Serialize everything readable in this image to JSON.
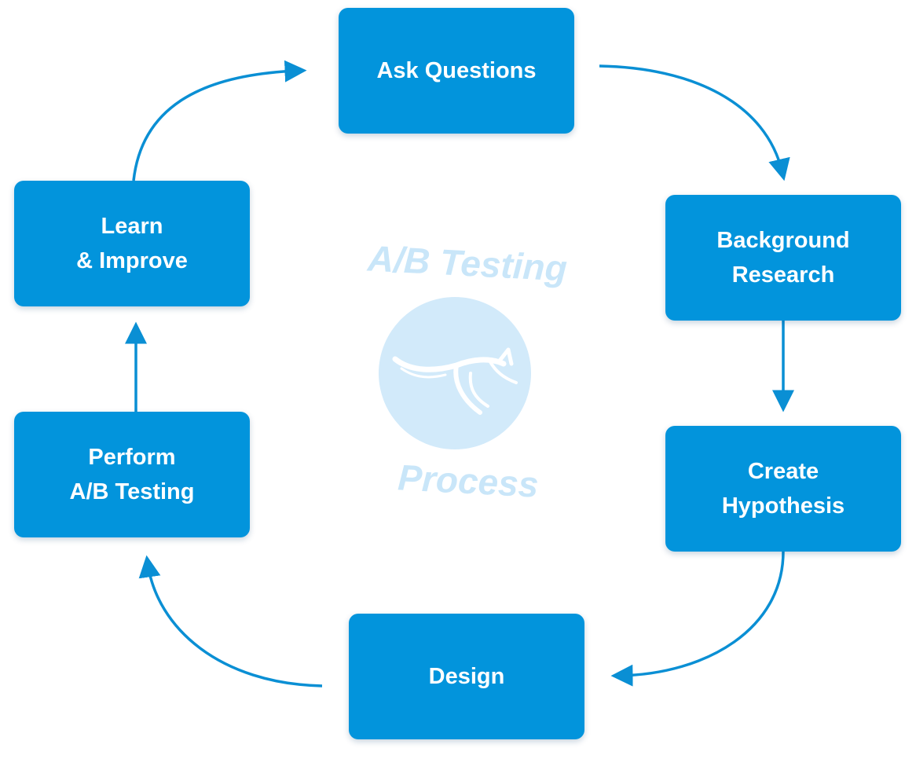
{
  "center": {
    "title": "A/B Testing",
    "subtitle": "Process",
    "logo_icon": "kangaroo-icon"
  },
  "steps": [
    {
      "id": "ask",
      "label": "Ask Questions"
    },
    {
      "id": "background",
      "label": "Background\nResearch"
    },
    {
      "id": "hypothesis",
      "label": "Create\nHypothesis"
    },
    {
      "id": "design",
      "label": "Design"
    },
    {
      "id": "perform",
      "label": "Perform\nA/B Testing"
    },
    {
      "id": "learn",
      "label": "Learn\n& Improve"
    }
  ],
  "colors": {
    "box": "#0294dc",
    "arrow": "#0a8fd4",
    "watermark": "#c9e6f9"
  }
}
